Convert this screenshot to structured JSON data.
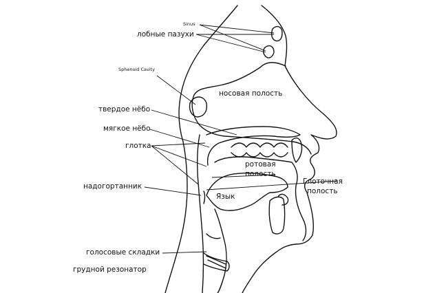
{
  "labels": {
    "sinus": "Sinus",
    "frontal_sinuses": "лобные пазухи",
    "sphenoid_cavity": "Sphenoid Cavity",
    "nasal_cavity": "носовая полость",
    "hard_palate": "твердое нёбо",
    "soft_palate": "мягкое нёбо",
    "pharynx": "глотка",
    "oral_cavity_line1": "ротовая",
    "oral_cavity_line2": "полость",
    "pharyngeal_cavity_line1": "Глоточная",
    "pharyngeal_cavity_line2": "полость",
    "epiglottis": "надогортанник",
    "tongue": "Язык",
    "vocal_folds": "голосовые складки",
    "chest_resonator": "грудной резонатор"
  }
}
